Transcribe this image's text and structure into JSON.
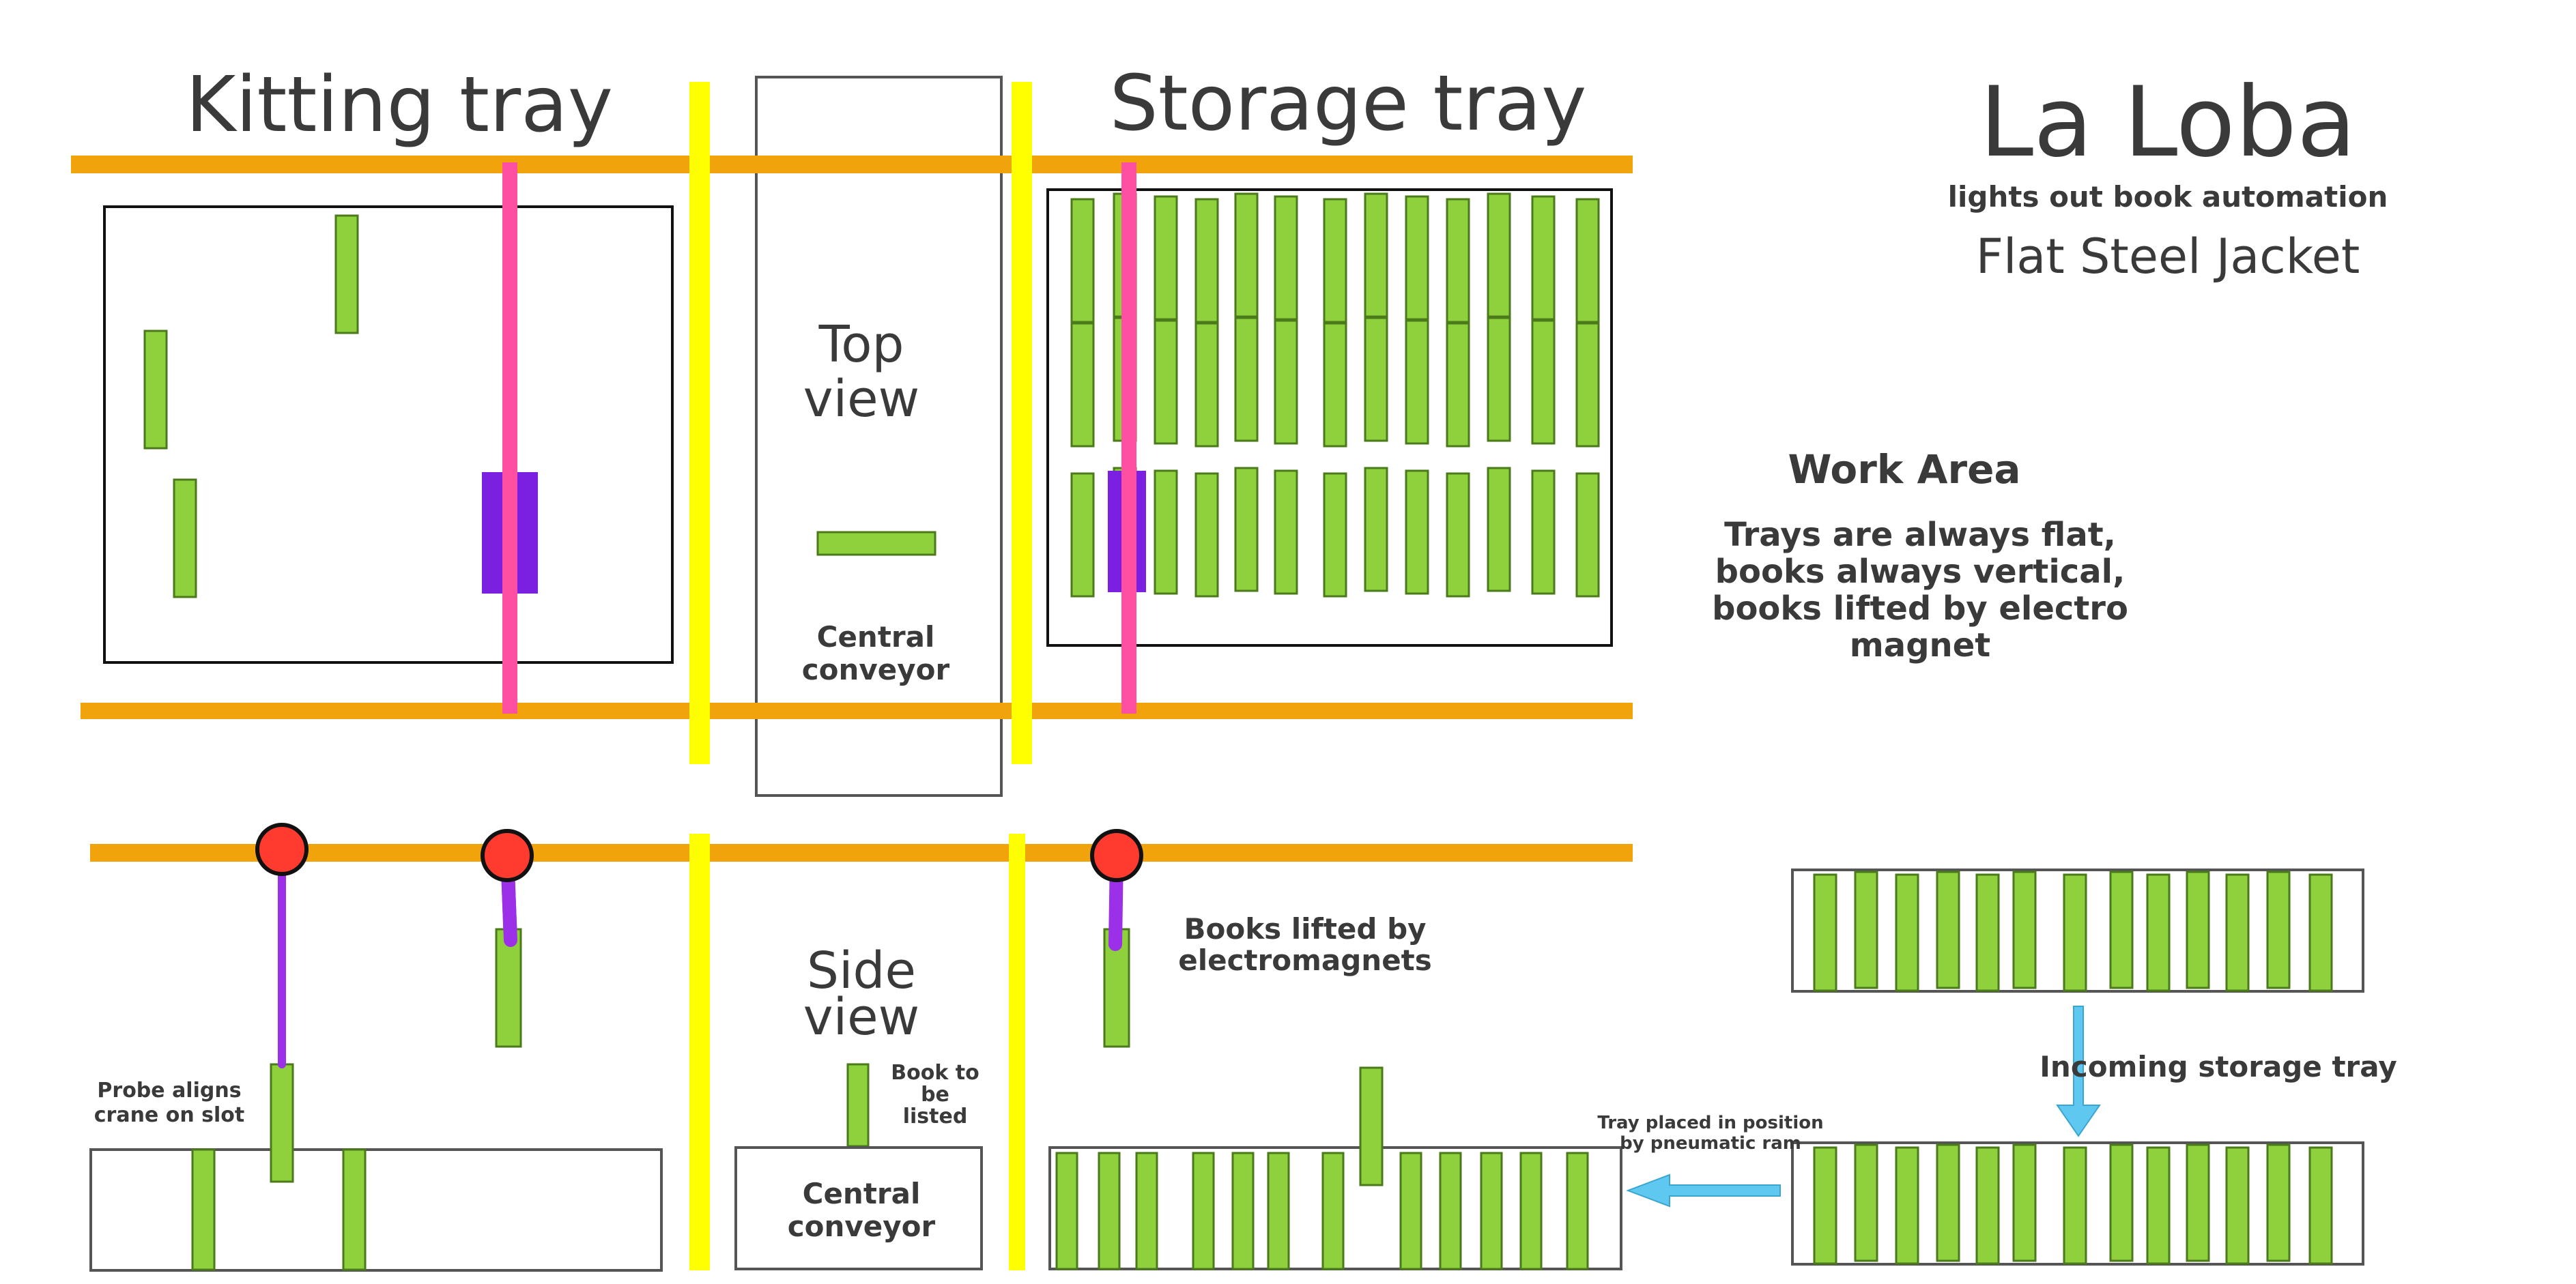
{
  "brand": {
    "name": "La Loba",
    "tagline": "lights out book automation",
    "product": "Flat Steel Jacket"
  },
  "top_view": {
    "kitting_title": "Kitting tray",
    "storage_title": "Storage tray",
    "view_label_1": "Top",
    "view_label_2": "view",
    "conveyor_label_1": "Central",
    "conveyor_label_2": "conveyor"
  },
  "side_view": {
    "view_label_1": "Side",
    "view_label_2": "view",
    "probe_label_1": "Probe aligns",
    "probe_label_2": "crane on slot",
    "book_label_1": "Book to",
    "book_label_2": "be",
    "book_label_3": "listed",
    "conveyor_label_1": "Central",
    "conveyor_label_2": "conveyor",
    "lift_label_1": "Books lifted by",
    "lift_label_2": "electromagnets",
    "ram_label_1": "Tray placed in position",
    "ram_label_2": "by pneumatic ram",
    "incoming_label": "Incoming storage tray"
  },
  "work_area": {
    "heading": "Work Area",
    "line1": "Trays are always flat,",
    "line2": "books always vertical,",
    "line3": "books lifted by electro",
    "line4": "magnet"
  },
  "colors": {
    "rail": "#f0a30a",
    "divider": "#ffff00",
    "book": "#8fd13d",
    "book_stroke": "#4a7a1a",
    "crane": "#ff4fa3",
    "magnet_head": "#7b1fe0",
    "probe": "#9b30e8",
    "node": "#ff3b30",
    "arrow": "#5fc8f0",
    "outline": "#111111"
  }
}
